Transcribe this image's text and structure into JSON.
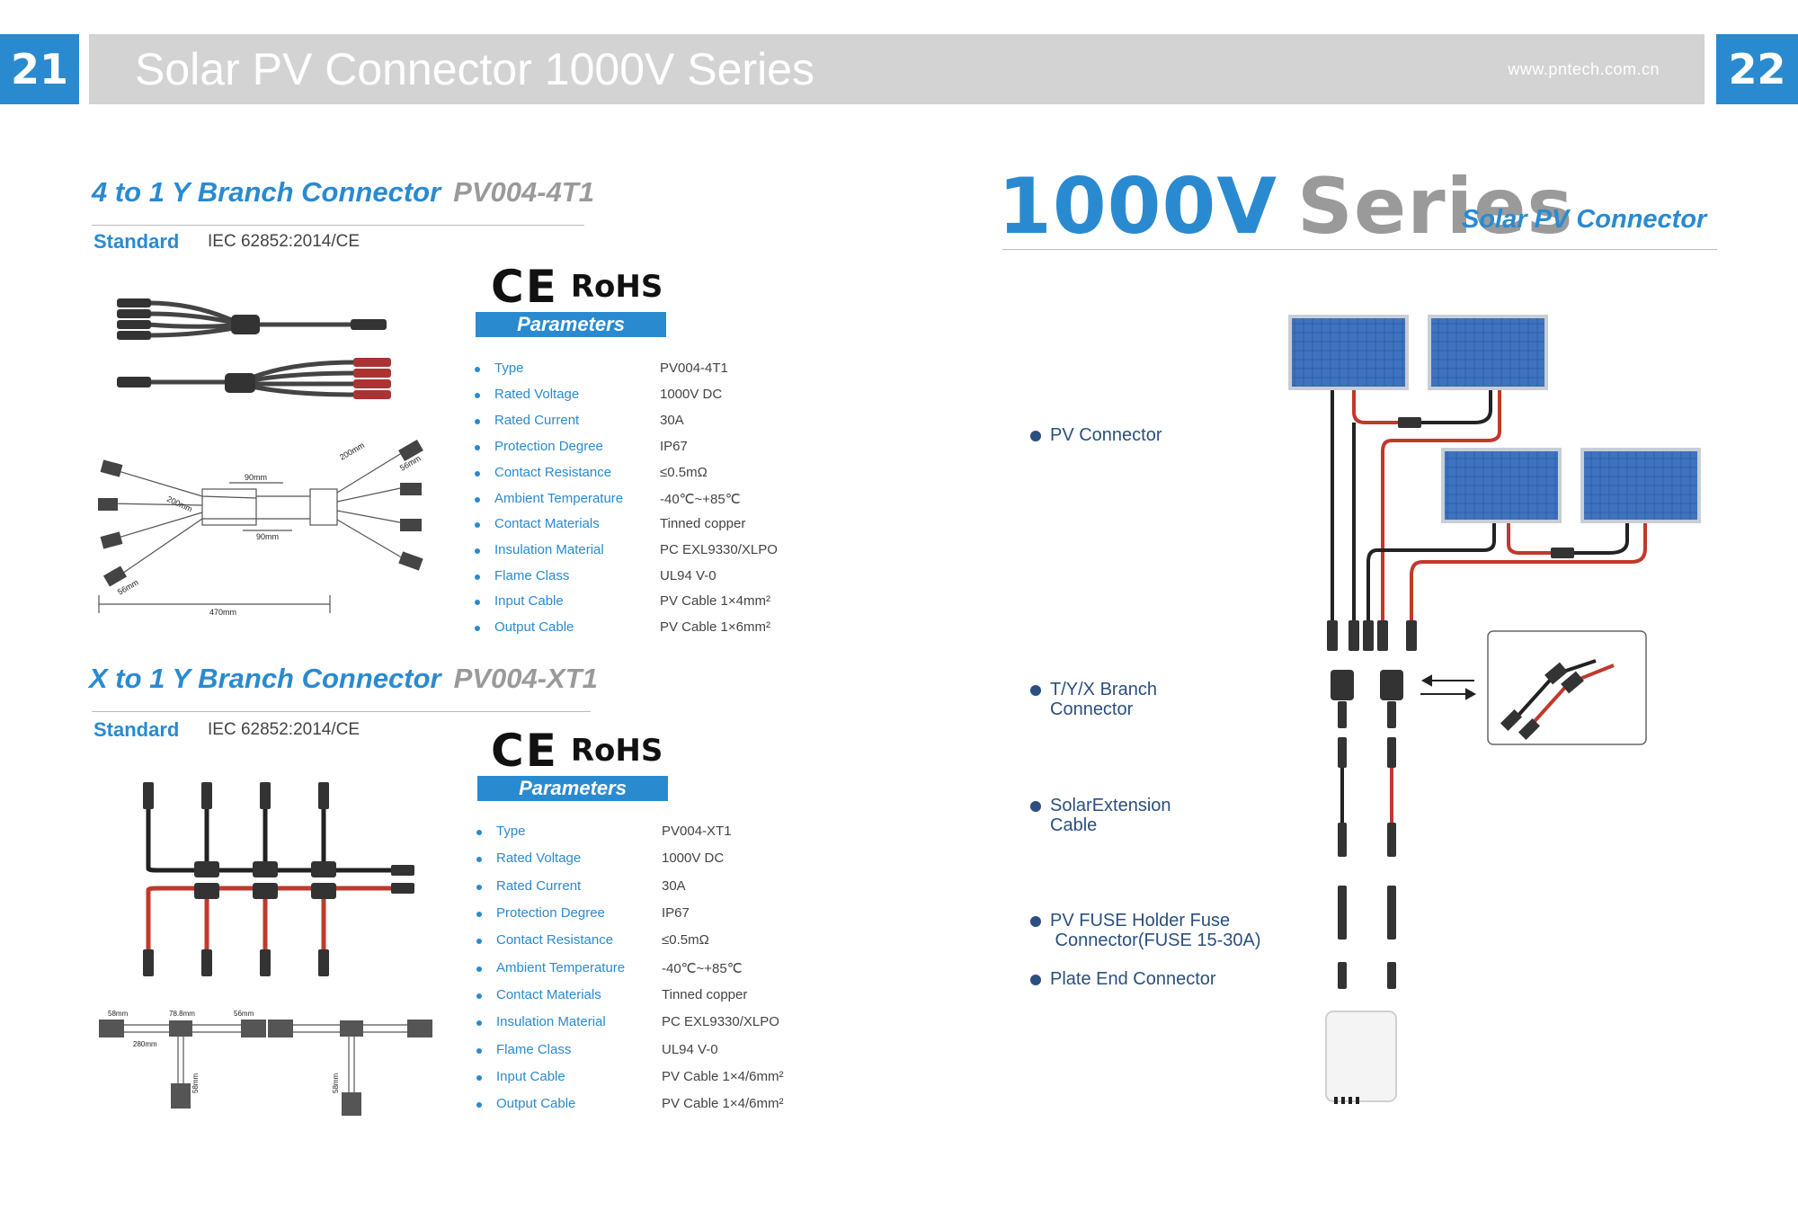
{
  "header": {
    "left_page_number": "21",
    "right_page_number": "22",
    "title": "Solar PV Connector 1000V Series",
    "url": "www.pntech.com.cn"
  },
  "products": [
    {
      "title": "4 to 1 Y Branch Connector",
      "code": "PV004-4T1",
      "standard_label": "Standard",
      "standard_value": "IEC 62852:2014/CE",
      "cert_ce": "CE",
      "cert_rohs": "RoHS",
      "params_heading": "Parameters",
      "drawing_dims": [
        "90mm",
        "200mm",
        "56mm",
        "90mm",
        "200mm",
        "56mm",
        "470mm"
      ],
      "specs": [
        {
          "label": "Type",
          "value": "PV004-4T1"
        },
        {
          "label": "Rated Voltage",
          "value": "1000V DC"
        },
        {
          "label": "Rated Current",
          "value": "30A"
        },
        {
          "label": "Protection Degree",
          "value": "IP67"
        },
        {
          "label": "Contact Resistance",
          "value": "≤0.5mΩ"
        },
        {
          "label": "Ambient Temperature",
          "value": "-40℃~+85℃"
        },
        {
          "label": "Contact Materials",
          "value": "Tinned copper"
        },
        {
          "label": "Insulation Material",
          "value": "PC EXL9330/XLPO"
        },
        {
          "label": "Flame Class",
          "value": "UL94 V-0"
        },
        {
          "label": "Input Cable",
          "value": "PV Cable 1×4mm²"
        },
        {
          "label": "Output Cable",
          "value": "PV Cable 1×6mm²"
        }
      ]
    },
    {
      "title": "X to 1 Y Branch Connector",
      "code": "PV004-XT1",
      "standard_label": "Standard",
      "standard_value": "IEC 62852:2014/CE",
      "cert_ce": "CE",
      "cert_rohs": "RoHS",
      "params_heading": "Parameters",
      "drawing_dims": [
        "58mm",
        "78.8mm",
        "56mm",
        "280mm",
        "58mm",
        "58mm"
      ],
      "specs": [
        {
          "label": "Type",
          "value": "PV004-XT1"
        },
        {
          "label": "Rated Voltage",
          "value": "1000V DC"
        },
        {
          "label": "Rated Current",
          "value": "30A"
        },
        {
          "label": "Protection Degree",
          "value": "IP67"
        },
        {
          "label": "Contact Resistance",
          "value": "≤0.5mΩ"
        },
        {
          "label": "Ambient Temperature",
          "value": "-40℃~+85℃"
        },
        {
          "label": "Contact Materials",
          "value": "Tinned copper"
        },
        {
          "label": "Insulation Material",
          "value": "PC EXL9330/XLPO"
        },
        {
          "label": "Flame Class",
          "value": "UL94 V-0"
        },
        {
          "label": "Input Cable",
          "value": "PV Cable 1×4/6mm²"
        },
        {
          "label": "Output Cable",
          "value": "PV Cable 1×4/6mm²"
        }
      ]
    }
  ],
  "series": {
    "number": "1000V",
    "word": "Series",
    "subtitle": "Solar PV Connector"
  },
  "system_legend": [
    {
      "label": "PV Connector"
    },
    {
      "label": "T/Y/X Branch\nConnector"
    },
    {
      "label": "SolarExtension\nCable"
    },
    {
      "label": "PV FUSE Holder Fuse\n Connector(FUSE 15-30A)"
    },
    {
      "label": "Plate End Connector"
    }
  ],
  "colors": {
    "accent_blue": "#2a8ad0",
    "header_gray": "#d3d3d3",
    "code_gray": "#9a9a9a",
    "legend_navy": "#2b4f7f",
    "cable_red": "#c0392b",
    "cable_black": "#222222"
  }
}
